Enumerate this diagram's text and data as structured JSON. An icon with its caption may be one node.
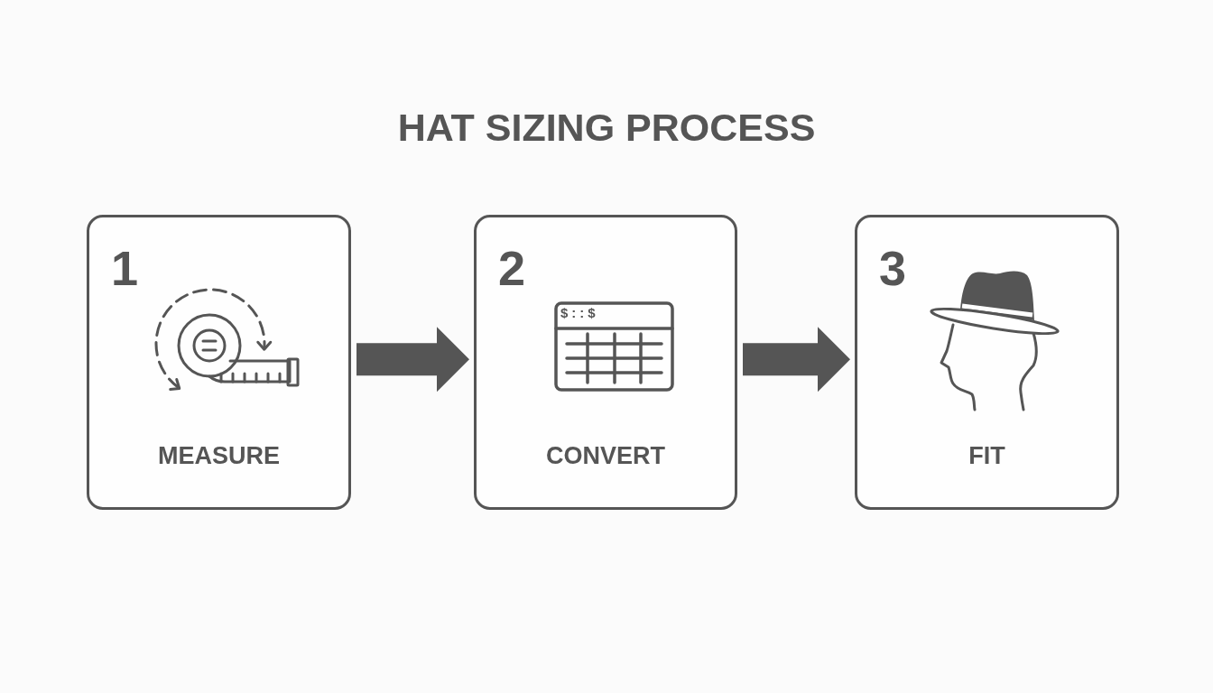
{
  "diagram": {
    "title": "HAT SIZING PROCESS",
    "nodes": [
      {
        "text": [
          "1",
          "MEASURE"
        ]
      },
      {
        "text": [
          "2",
          "CONVERT"
        ]
      },
      {
        "text": [
          "3",
          "FIT"
        ]
      }
    ],
    "edges": [
      {
        "from": 0,
        "to": 1,
        "arrow": "to"
      },
      {
        "from": 1,
        "to": 2,
        "arrow": "to"
      }
    ],
    "labels": [
      "$::$"
    ]
  }
}
